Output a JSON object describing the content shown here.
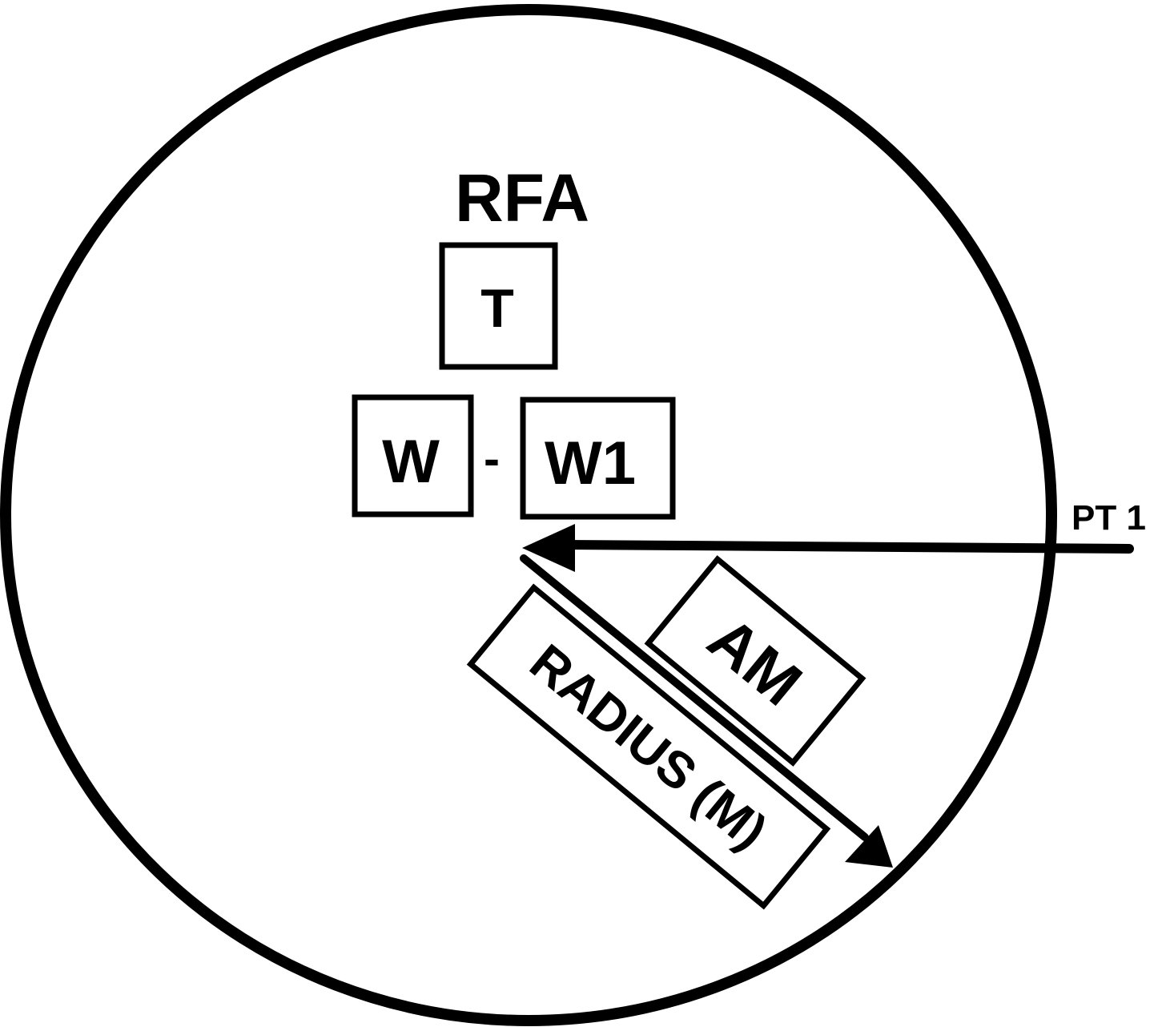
{
  "title": "RFA",
  "boxes": {
    "top": "T",
    "left": "W",
    "separator": "-",
    "right": "W1"
  },
  "point_label": "PT 1",
  "radius_label": "RADIUS (M)",
  "attitude_label": "AM",
  "colors": {
    "ink": "#000000",
    "background": "#ffffff"
  }
}
